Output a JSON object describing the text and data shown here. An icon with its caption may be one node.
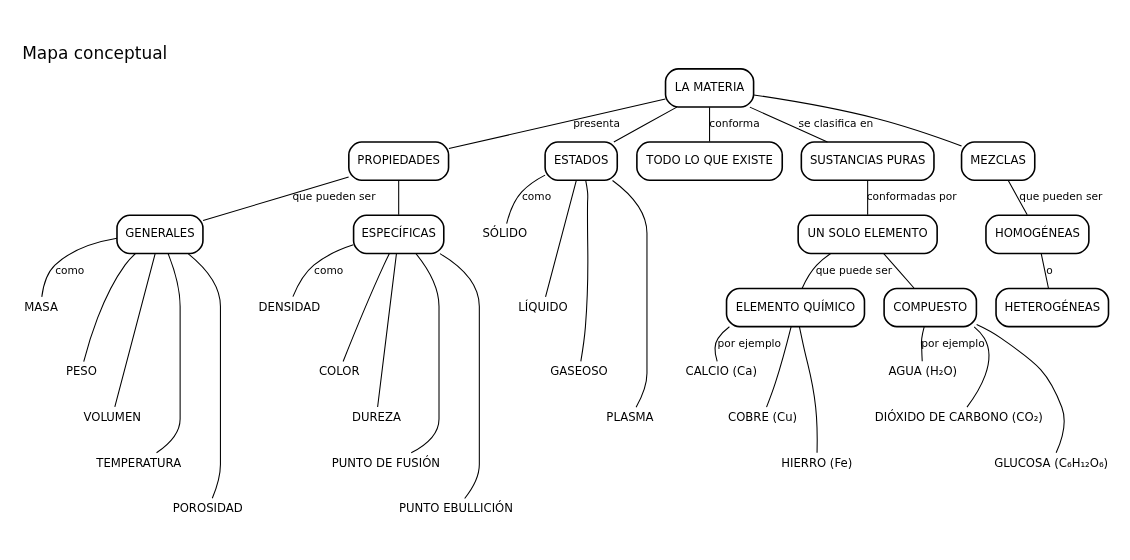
{
  "diagram": {
    "title": "Mapa conceptual",
    "nodes": [
      {
        "text": [
          "LA MATERIA"
        ]
      },
      {
        "text": [
          "PROPIEDADES"
        ]
      },
      {
        "text": [
          "ESTADOS"
        ]
      },
      {
        "text": [
          "TODO LO QUE EXISTE"
        ]
      },
      {
        "text": [
          "SUSTANCIAS PURAS"
        ]
      },
      {
        "text": [
          "MEZCLAS"
        ]
      },
      {
        "text": [
          "GENERALES"
        ]
      },
      {
        "text": [
          "ESPECÍFICAS"
        ]
      },
      {
        "text": [
          "UN SOLO ELEMENTO"
        ]
      },
      {
        "text": [
          "HOMOGÉNEAS"
        ]
      },
      {
        "text": [
          "HETEROGÉNEAS"
        ]
      },
      {
        "text": [
          "ELEMENTO QUÍMICO"
        ]
      },
      {
        "text": [
          "COMPUESTO"
        ]
      },
      {
        "text": [
          "SÓLIDO"
        ]
      },
      {
        "text": [
          "LÍQUIDO"
        ]
      },
      {
        "text": [
          "GASEOSO"
        ]
      },
      {
        "text": [
          "PLASMA"
        ]
      },
      {
        "text": [
          "MASA"
        ]
      },
      {
        "text": [
          "PESO"
        ]
      },
      {
        "text": [
          "VOLUMEN"
        ]
      },
      {
        "text": [
          "TEMPERATURA"
        ]
      },
      {
        "text": [
          "POROSIDAD"
        ]
      },
      {
        "text": [
          "DENSIDAD"
        ]
      },
      {
        "text": [
          "COLOR"
        ]
      },
      {
        "text": [
          "DUREZA"
        ]
      },
      {
        "text": [
          "PUNTO DE FUSIÓN"
        ]
      },
      {
        "text": [
          "PUNTO EBULLICIÓN"
        ]
      },
      {
        "text": [
          "CALCIO (Ca)"
        ]
      },
      {
        "text": [
          "COBRE (Cu)"
        ]
      },
      {
        "text": [
          "HIERRO (Fe)"
        ]
      },
      {
        "text": [
          "AGUA (H₂O)"
        ]
      },
      {
        "text": [
          "DIÓXIDO DE CARBONO (CO₂)"
        ]
      },
      {
        "text": [
          "GLUCOSA (C₆H₁₂O₆)"
        ]
      }
    ],
    "edges": [
      {
        "from": 0,
        "to": 1,
        "arrow": "none",
        "label": "presenta"
      },
      {
        "from": 0,
        "to": 2,
        "arrow": "none"
      },
      {
        "from": 0,
        "to": 3,
        "arrow": "none",
        "label": "conforma"
      },
      {
        "from": 0,
        "to": 4,
        "arrow": "none",
        "label": "se clasifica en"
      },
      {
        "from": 0,
        "to": 5,
        "arrow": "none"
      },
      {
        "from": 1,
        "to": 6,
        "arrow": "none",
        "label": "que pueden ser"
      },
      {
        "from": 1,
        "to": 7,
        "arrow": "none"
      },
      {
        "from": 2,
        "to": 13,
        "arrow": "none",
        "label": "como"
      },
      {
        "from": 2,
        "to": 14,
        "arrow": "none"
      },
      {
        "from": 2,
        "to": 15,
        "arrow": "none"
      },
      {
        "from": 2,
        "to": 16,
        "arrow": "none"
      },
      {
        "from": 4,
        "to": 8,
        "arrow": "none",
        "label": "conformadas por"
      },
      {
        "from": 5,
        "to": 9,
        "arrow": "none",
        "label": "que pueden ser"
      },
      {
        "from": 9,
        "to": 10,
        "arrow": "none",
        "label": "o"
      },
      {
        "from": 8,
        "to": 11,
        "arrow": "none",
        "label": "que puede ser"
      },
      {
        "from": 8,
        "to": 12,
        "arrow": "none"
      },
      {
        "from": 6,
        "to": 17,
        "arrow": "none",
        "label": "como"
      },
      {
        "from": 6,
        "to": 18,
        "arrow": "none"
      },
      {
        "from": 6,
        "to": 19,
        "arrow": "none"
      },
      {
        "from": 6,
        "to": 20,
        "arrow": "none"
      },
      {
        "from": 6,
        "to": 21,
        "arrow": "none"
      },
      {
        "from": 7,
        "to": 22,
        "arrow": "none",
        "label": "como"
      },
      {
        "from": 7,
        "to": 23,
        "arrow": "none"
      },
      {
        "from": 7,
        "to": 24,
        "arrow": "none"
      },
      {
        "from": 7,
        "to": 25,
        "arrow": "none"
      },
      {
        "from": 7,
        "to": 26,
        "arrow": "none"
      },
      {
        "from": 11,
        "to": 27,
        "arrow": "none",
        "label": "por ejemplo"
      },
      {
        "from": 11,
        "to": 28,
        "arrow": "none"
      },
      {
        "from": 11,
        "to": 29,
        "arrow": "none"
      },
      {
        "from": 12,
        "to": 30,
        "arrow": "none",
        "label": "por ejemplo"
      },
      {
        "from": 12,
        "to": 31,
        "arrow": "none"
      },
      {
        "from": 12,
        "to": 32,
        "arrow": "none"
      }
    ]
  }
}
